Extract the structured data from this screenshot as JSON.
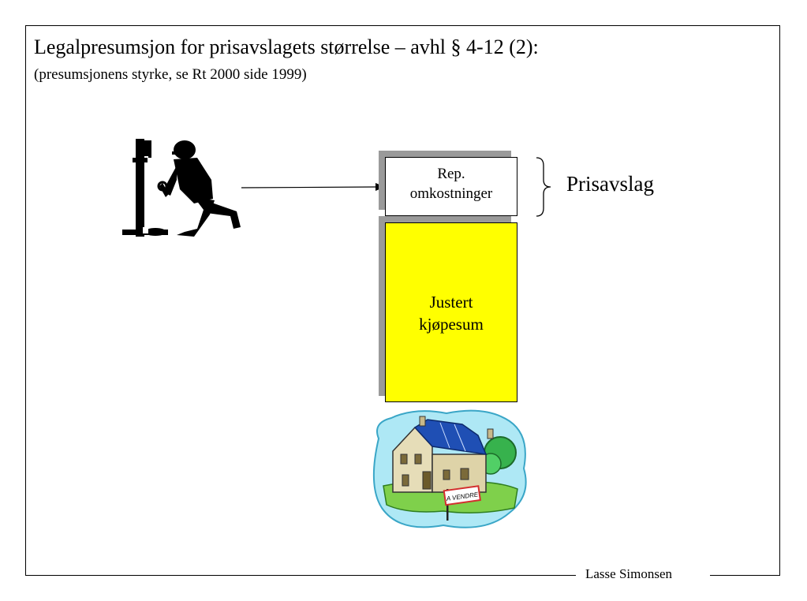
{
  "slide": {
    "title": "Legalpresumsjon for prisavslagets størrelse – avhl § 4-12 (2):",
    "subtitle": "(presumsjonens styrke, se Rt 2000 side 1999)"
  },
  "diagram": {
    "repair_costs_line1": "Rep.",
    "repair_costs_line2": "omkostninger",
    "adjusted_price_line1": "Justert",
    "adjusted_price_line2": "kjøpesum",
    "price_reduction_label": "Prisavslag",
    "sign_text": "A VENDRE",
    "colors": {
      "adjusted_price_fill": "#ffff00",
      "shadow": "#9a9a9a"
    }
  },
  "footer": {
    "author": "Lasse Simonsen"
  }
}
